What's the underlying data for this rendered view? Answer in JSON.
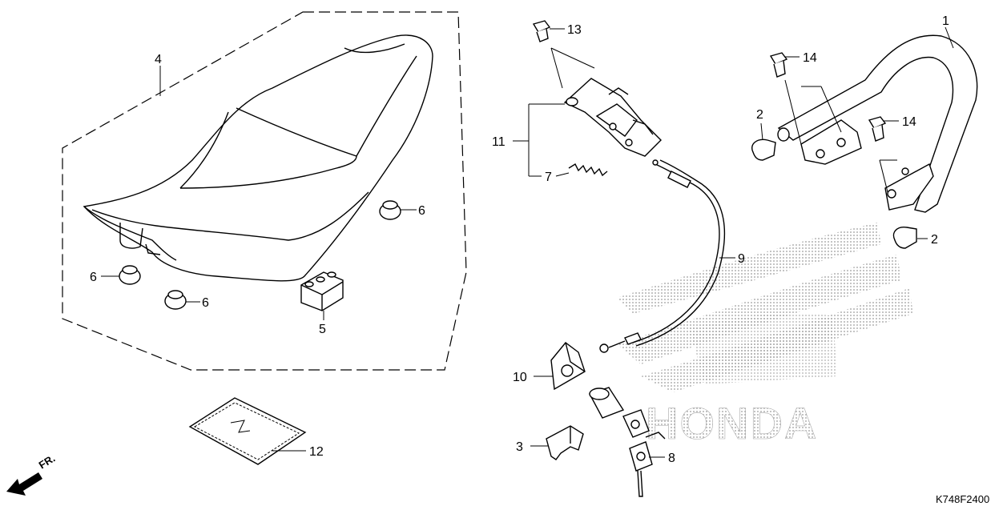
{
  "diagram": {
    "part_numbers": {
      "p1": "1",
      "p2a": "2",
      "p2b": "2",
      "p3": "3",
      "p4": "4",
      "p5": "5",
      "p6a": "6",
      "p6b": "6",
      "p6c": "6",
      "p7": "7",
      "p8": "8",
      "p9": "9",
      "p10": "10",
      "p11": "11",
      "p12": "12",
      "p13": "13",
      "p14a": "14",
      "p14b": "14"
    },
    "direction_label": "FR.",
    "watermark_text": "HONDA",
    "diagram_code": "K748F2400"
  },
  "colors": {
    "line": "#000000",
    "background": "#ffffff",
    "watermark_dots": "#9a9a9a"
  },
  "icons": {
    "direction": "front-arrow-icon",
    "watermark": "honda-wing-watermark"
  }
}
